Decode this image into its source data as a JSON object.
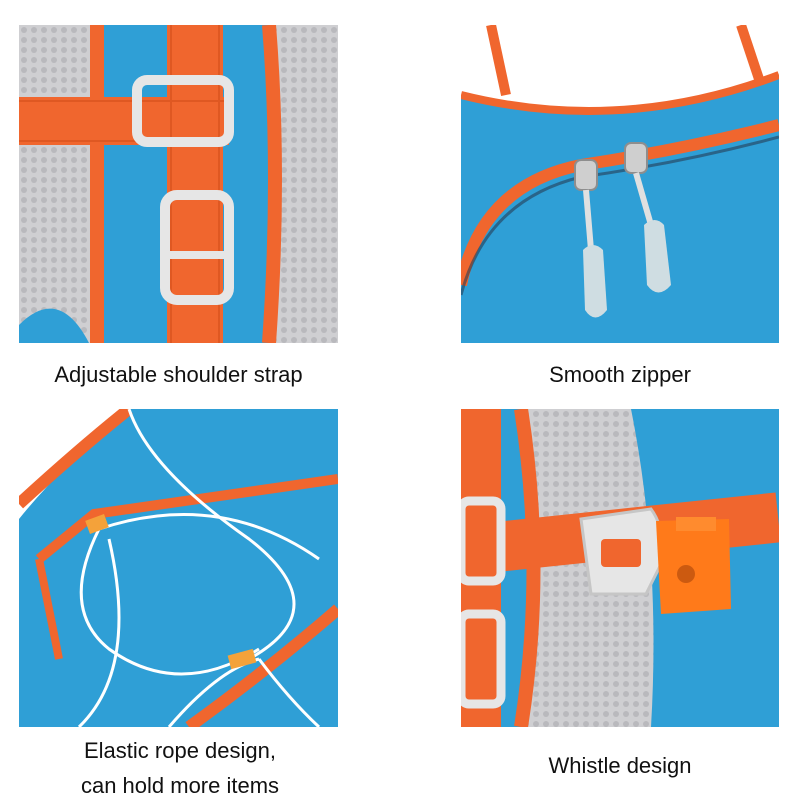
{
  "colors": {
    "fabric_blue": "#2f9fd6",
    "strap_orange": "#f0662e",
    "mesh_grey": "#c9c9cc",
    "buckle_white": "#e6e6e6",
    "whistle_orange": "#ff7a1a"
  },
  "panels": [
    {
      "caption": "Adjustable shoulder strap"
    },
    {
      "caption": "Smooth zipper"
    },
    {
      "caption_line1": "Elastic rope design,",
      "caption_line2": "can hold more items"
    },
    {
      "caption": "Whistle design"
    }
  ]
}
